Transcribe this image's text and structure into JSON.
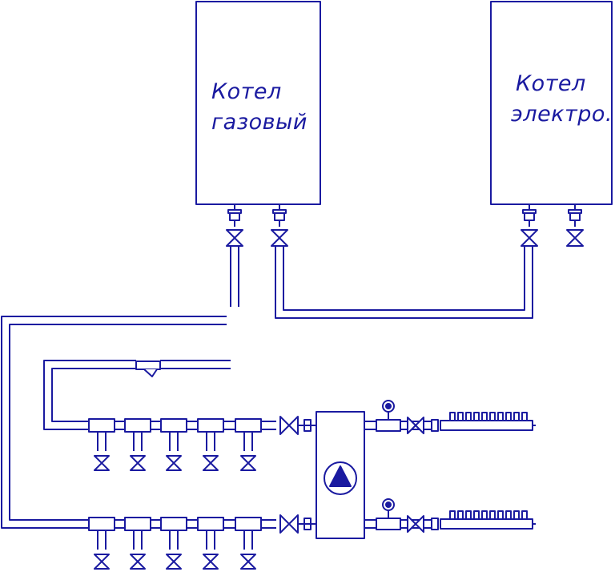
{
  "boilers": [
    {
      "id": "gas",
      "line1": "Котел",
      "line2": "газовый"
    },
    {
      "id": "electric",
      "line1": "Котел",
      "line2": "электро."
    }
  ],
  "colors": {
    "stroke": "#1a1aa0",
    "fill": "#1a1aa0",
    "background": "#ffffff"
  }
}
